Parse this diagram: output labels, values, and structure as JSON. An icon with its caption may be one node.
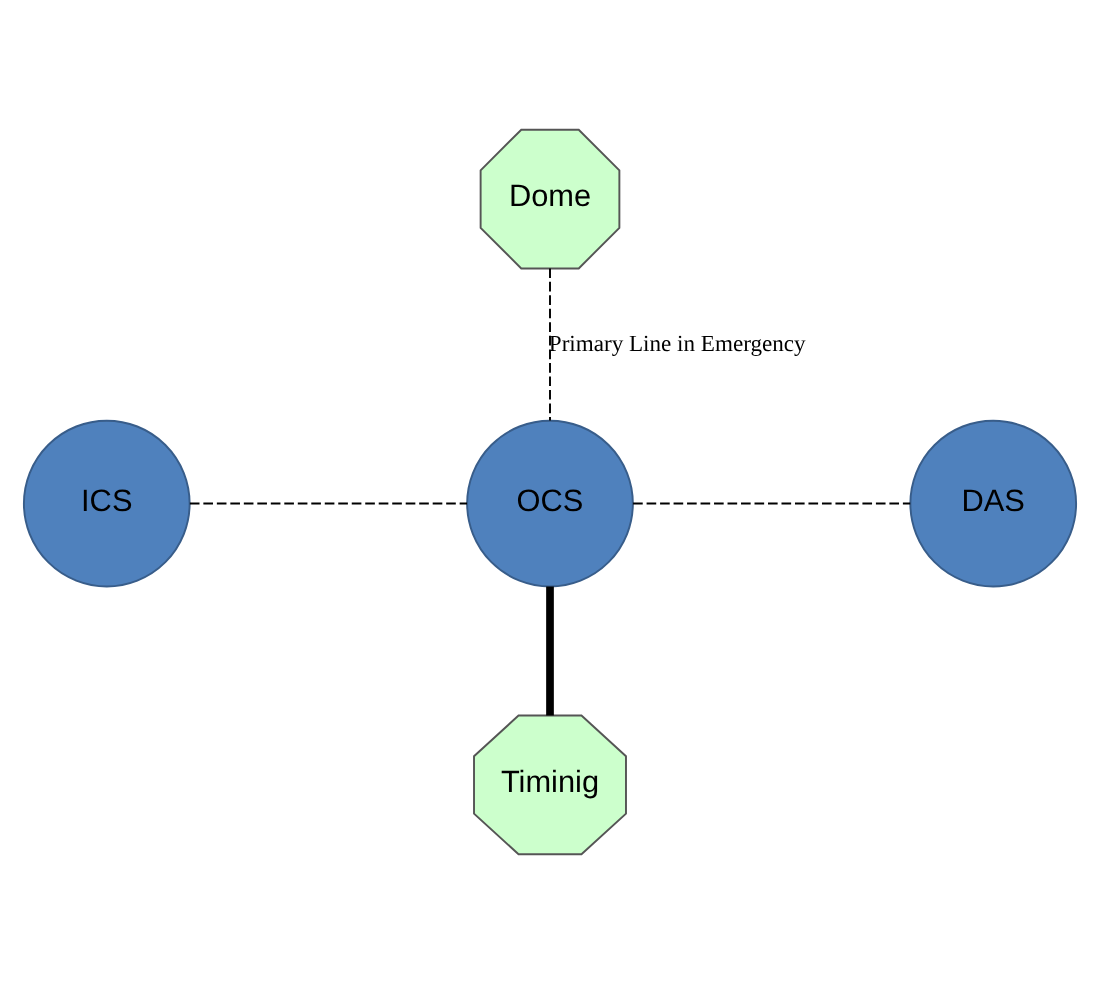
{
  "diagram": {
    "nodes": [
      {
        "text": [
          "Dome"
        ]
      },
      {
        "text": [
          "ICS"
        ]
      },
      {
        "text": [
          "OCS"
        ]
      },
      {
        "text": [
          "DAS"
        ]
      },
      {
        "text": [
          "Timinig"
        ]
      }
    ],
    "edges": [
      {
        "from": 0,
        "to": 2,
        "arrow": "none",
        "style": "dashed",
        "label": "Primary Line in Emergency"
      },
      {
        "from": 1,
        "to": 2,
        "arrow": "none",
        "style": "dashed"
      },
      {
        "from": 2,
        "to": 3,
        "arrow": "none",
        "style": "dashed"
      },
      {
        "from": 2,
        "to": 4,
        "arrow": "none",
        "style": "thick"
      }
    ]
  }
}
